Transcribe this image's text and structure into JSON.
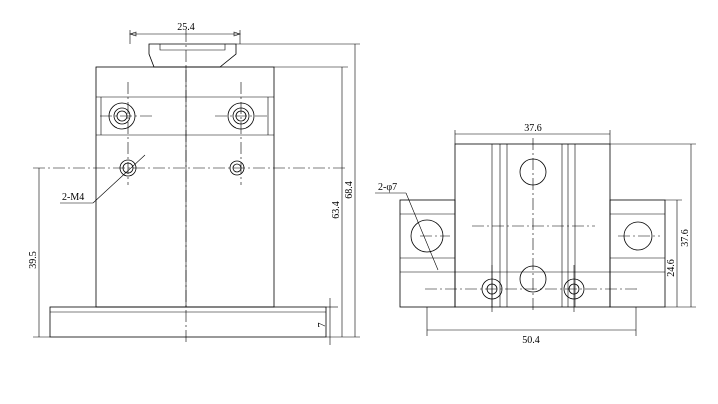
{
  "front_view": {
    "dim_top_width": "25.4",
    "dim_overall_height": "68.4",
    "dim_body_height": "63.4",
    "dim_mount_height": "39.5",
    "dim_base_thickness": "7",
    "thread_callout": "2-M4"
  },
  "side_view": {
    "dim_body_width": "37.6",
    "dim_hole_spacing": "50.4",
    "dim_height": "37.6",
    "dim_hole_height": "24.6",
    "hole_callout": "2-φ7"
  }
}
